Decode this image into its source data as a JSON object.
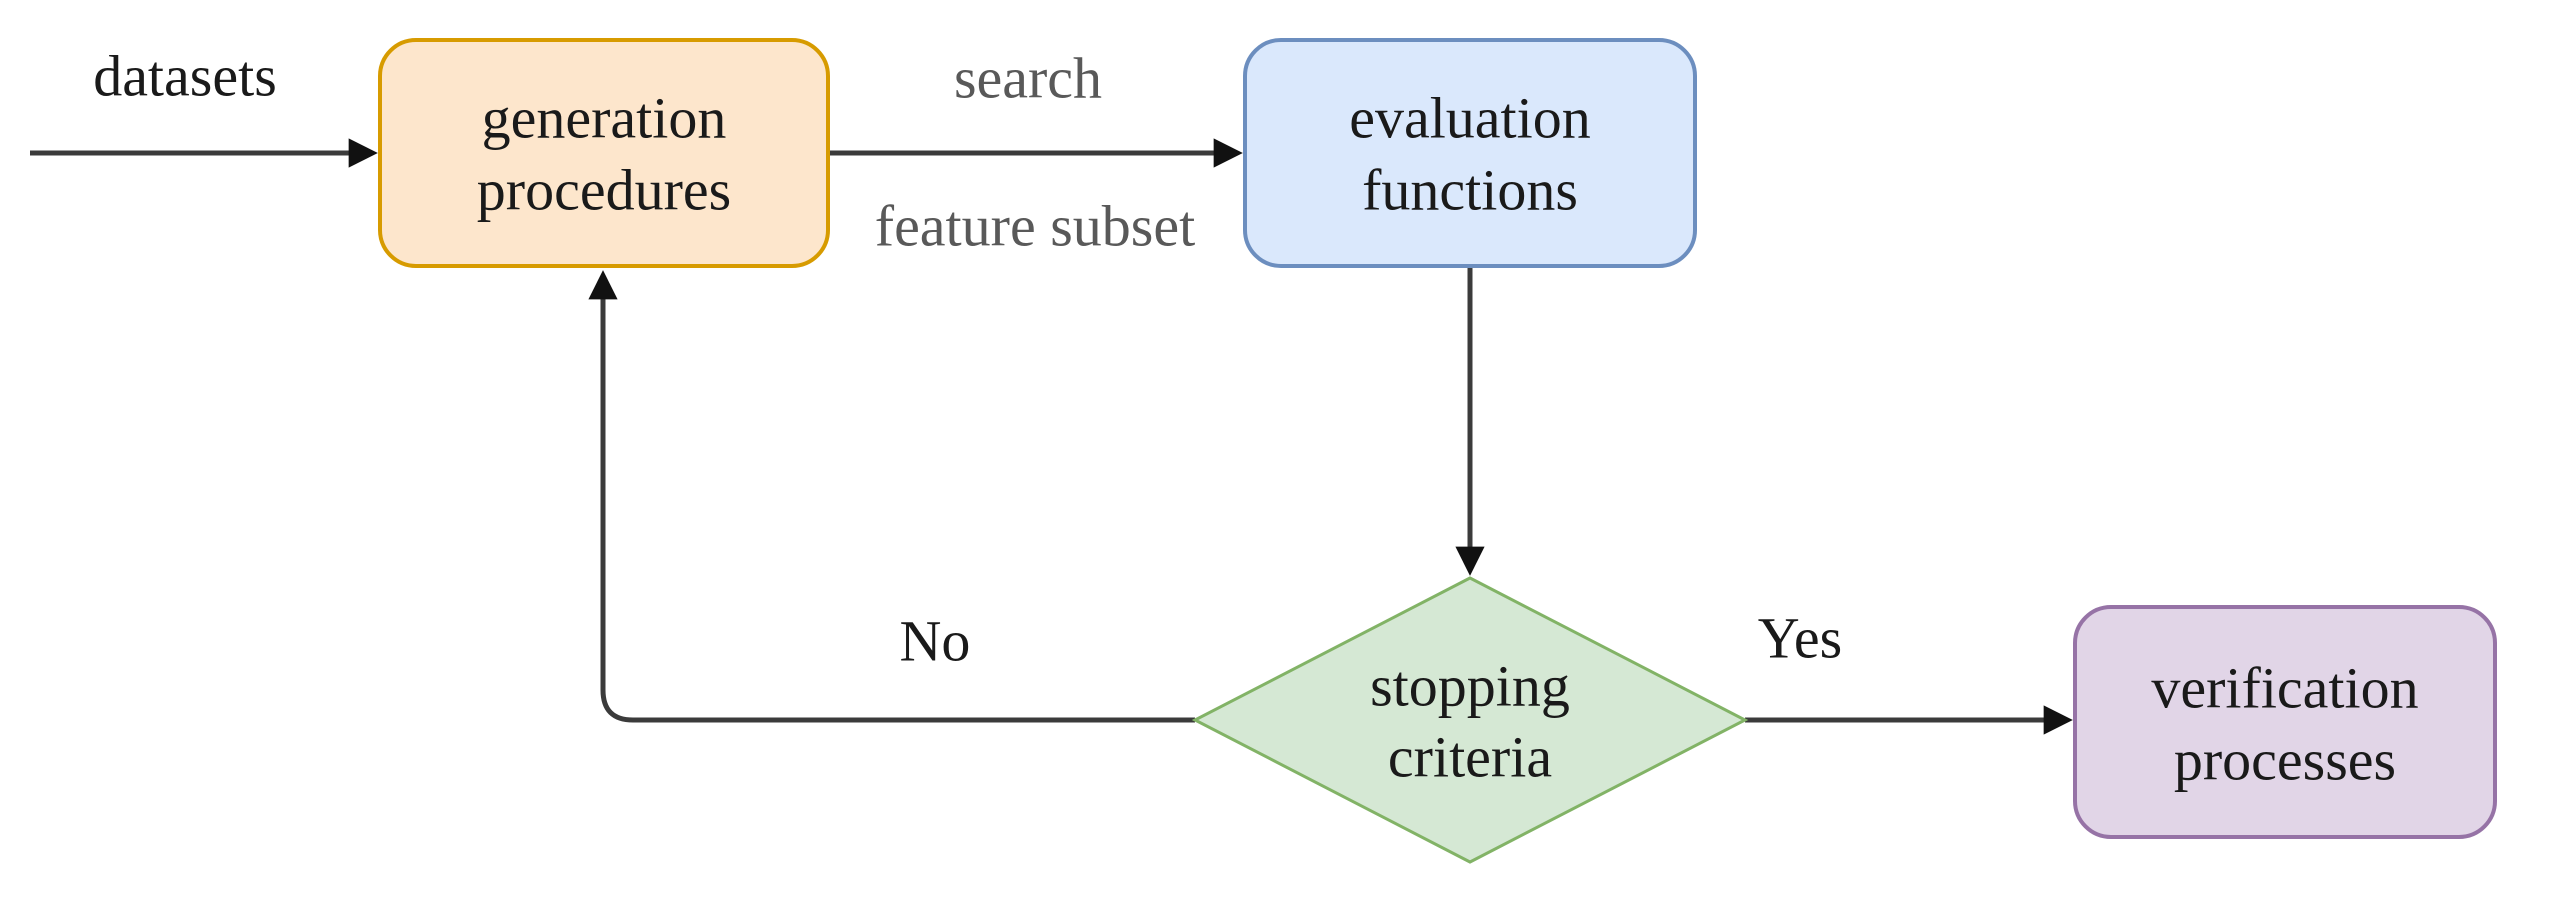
{
  "diagram": {
    "kind": "flowchart",
    "colors": {
      "background": "#ffffff",
      "edge": "#3b3b3b",
      "arrowhead": "#111111",
      "text_primary": "#1a1a1a",
      "text_muted": "#595959",
      "generation_fill": "#FDE6CC",
      "generation_stroke": "#D79B00",
      "evaluation_fill": "#DAE8FC",
      "evaluation_stroke": "#6C8EBF",
      "stopping_fill": "#D5E8D4",
      "stopping_stroke": "#82B366",
      "verification_fill": "#E1D5E7",
      "verification_stroke": "#9673A6"
    },
    "nodes": {
      "generation": {
        "shape": "rounded-rectangle",
        "label": "generation procedures",
        "line1": "generation",
        "line2": "procedures"
      },
      "evaluation": {
        "shape": "rounded-rectangle",
        "label": "evaluation functions",
        "line1": "evaluation",
        "line2": "functions"
      },
      "stopping": {
        "shape": "diamond",
        "label": "stopping criteria",
        "line1": "stopping",
        "line2": "criteria"
      },
      "verification": {
        "shape": "rounded-rectangle",
        "label": "verification processes",
        "line1": "verification",
        "line2": "processes"
      }
    },
    "edge_labels": {
      "input": "datasets",
      "search": "search",
      "feature_subset": "feature subset",
      "yes": "Yes",
      "no": "No"
    }
  }
}
